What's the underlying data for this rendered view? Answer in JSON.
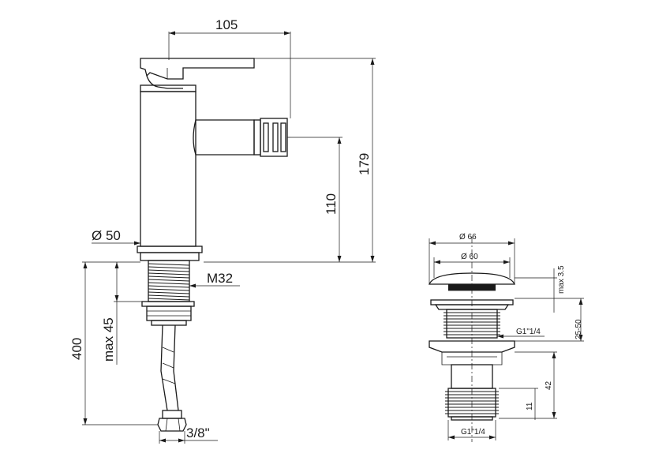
{
  "drawing": {
    "title": "Bidet mixer technical drawing",
    "faucet": {
      "dimensions": {
        "spout_reach": "105",
        "total_height": "179",
        "spout_height": "110",
        "body_diameter": "Ø 50",
        "thread": "M32",
        "max_deck_thickness": "max 45",
        "hose_length": "400",
        "hose_connection": "3/8\""
      }
    },
    "waste": {
      "dimensions": {
        "cap_outer_diameter": "Ø 66",
        "cap_inner_diameter": "Ø 60",
        "cap_height": "max 3.5",
        "upper_thread": "G1\"1/4",
        "clamp_range": "25-50",
        "lower_length": "42",
        "thread_length": "11",
        "lower_thread": "G1\"1/4"
      }
    }
  }
}
